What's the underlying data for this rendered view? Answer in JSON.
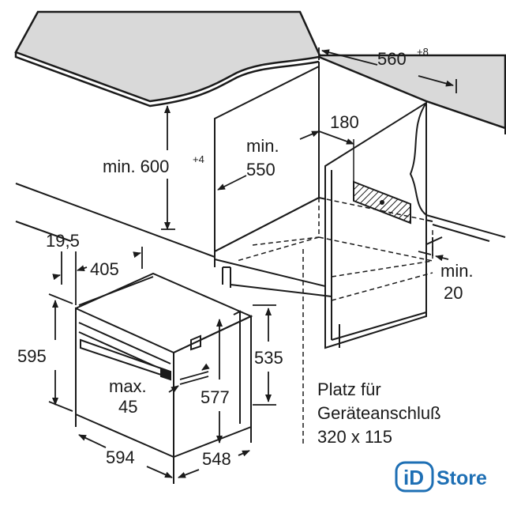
{
  "dimensions": {
    "niche_width": "560",
    "niche_width_tolerance": "+8",
    "niche_height": "min. 600",
    "niche_height_tolerance": "+4",
    "niche_depth_label": "min.",
    "niche_depth_value": "550",
    "socket_offset": "180",
    "rear_gap_label": "min.",
    "rear_gap_value": "20",
    "front_frame_depth": "19,5",
    "front_offset": "405",
    "appliance_height": "595",
    "body_height": "535",
    "cable_depth_label": "max.",
    "cable_depth_value": "45",
    "body_depth": "577",
    "appliance_width": "594",
    "appliance_depth": "548"
  },
  "connection_note": {
    "line1": "Platz für",
    "line2": "Geräteanschluß",
    "line3": "320 x 115"
  },
  "logo": {
    "mark": "iD",
    "text": "Store",
    "colors": {
      "mark": "#1e6fb4",
      "text": "#1e6fb4"
    }
  },
  "colors": {
    "stroke": "#1a1a1a",
    "worktop": "#d9d9d9",
    "background": "#ffffff"
  }
}
